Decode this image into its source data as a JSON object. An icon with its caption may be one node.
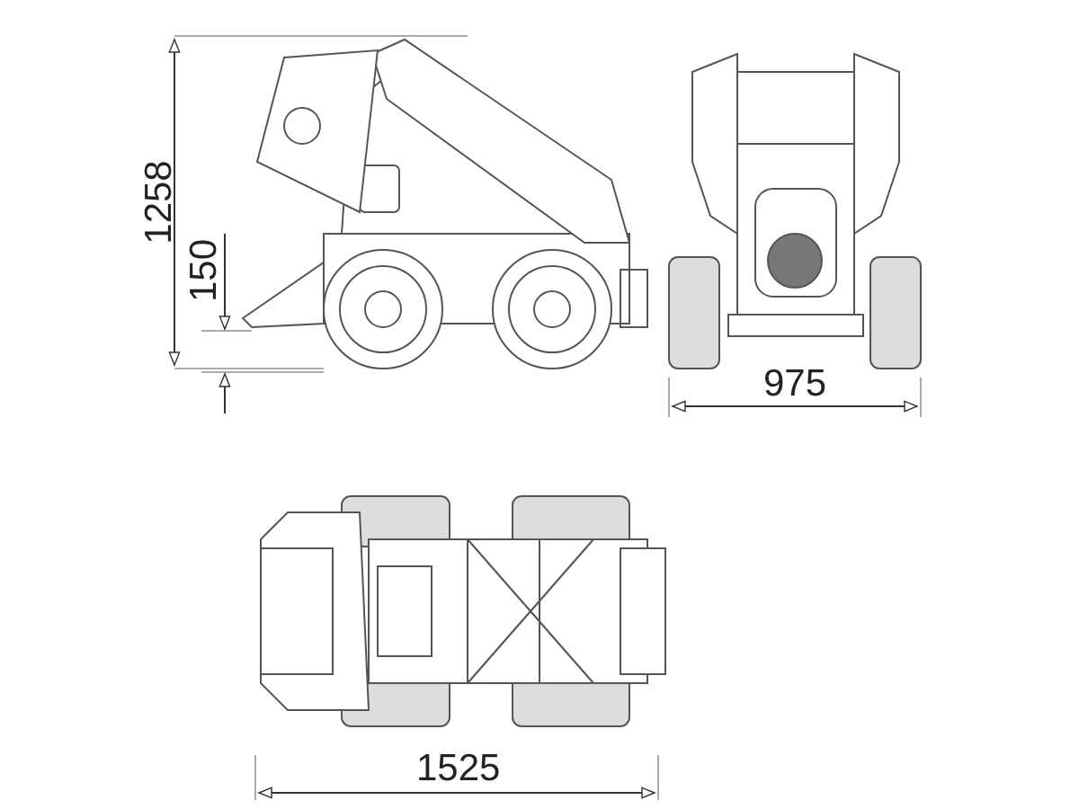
{
  "diagram": {
    "labels": [
      "1258",
      "150",
      "975",
      "1525"
    ]
  }
}
